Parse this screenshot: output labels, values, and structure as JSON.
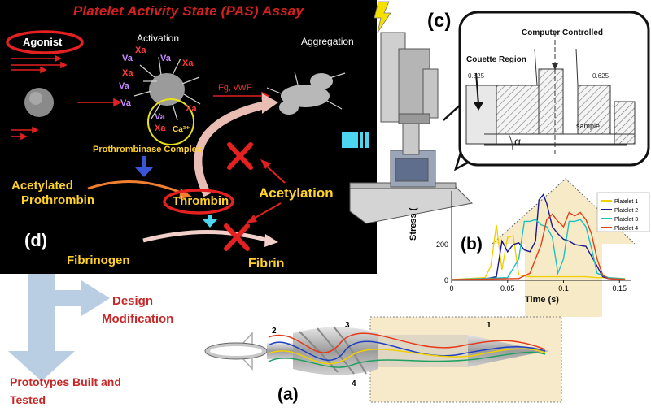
{
  "panel_d": {
    "title": "Platelet Activity State (PAS) Assay",
    "agonist": "Agonist",
    "activation": "Activation",
    "aggregation": "Aggregation",
    "fg_vwf": "Fg, vWF",
    "va_labels": [
      "Va",
      "Va",
      "Va",
      "Va",
      "Va"
    ],
    "xa_labels": [
      "Xa",
      "Xa",
      "Xa",
      "Xa",
      "Xa"
    ],
    "ca_label": "Ca²⁺",
    "prothrombinase": "Prothrombinase Complex",
    "acetylated_line1": "Acetylated",
    "acetylated_line2": "Prothrombin",
    "thrombin": "Thrombin",
    "acetylation": "Acetylation",
    "fibrinogen": "Fibrinogen",
    "fibrin": "Fibrin",
    "panel_label": "(d)"
  },
  "panel_c": {
    "panel_label": "(c)",
    "computer_controlled": "Computer Controlled",
    "couette_region": "Couette Region",
    "dim_left": "0.625",
    "dim_right": "0.625",
    "alpha": "α",
    "sample": "sample"
  },
  "panel_b": {
    "panel_label": "(b)",
    "chart_data": {
      "type": "line",
      "xlabel": "Time (s)",
      "ylabel": "Stress (",
      "xlim": [
        0,
        0.16
      ],
      "ylim": [
        0,
        500
      ],
      "xticks": [
        "0",
        "0.05",
        "0.1",
        "0.15"
      ],
      "yticks": [
        "0",
        "200"
      ],
      "legend_position": "top-right",
      "series": [
        {
          "name": "Platelet 1",
          "color": "#f0d000",
          "points": [
            [
              0,
              5
            ],
            [
              0.03,
              15
            ],
            [
              0.035,
              80
            ],
            [
              0.04,
              310
            ],
            [
              0.045,
              60
            ],
            [
              0.05,
              240
            ],
            [
              0.055,
              250
            ],
            [
              0.06,
              30
            ],
            [
              0.065,
              25
            ],
            [
              0.07,
              20
            ],
            [
              0.08,
              20
            ],
            [
              0.09,
              20
            ],
            [
              0.1,
              20
            ],
            [
              0.11,
              20
            ],
            [
              0.12,
              20
            ],
            [
              0.13,
              15
            ],
            [
              0.14,
              15
            ],
            [
              0.155,
              10
            ]
          ]
        },
        {
          "name": "Platelet 2",
          "color": "#1a1a8c",
          "points": [
            [
              0,
              3
            ],
            [
              0.03,
              8
            ],
            [
              0.04,
              20
            ],
            [
              0.045,
              220
            ],
            [
              0.05,
              160
            ],
            [
              0.055,
              200
            ],
            [
              0.06,
              210
            ],
            [
              0.065,
              170
            ],
            [
              0.07,
              160
            ],
            [
              0.075,
              220
            ],
            [
              0.078,
              450
            ],
            [
              0.082,
              480
            ],
            [
              0.085,
              430
            ],
            [
              0.09,
              300
            ],
            [
              0.095,
              260
            ],
            [
              0.1,
              230
            ],
            [
              0.105,
              220
            ],
            [
              0.11,
              200
            ],
            [
              0.12,
              190
            ],
            [
              0.13,
              80
            ],
            [
              0.135,
              20
            ],
            [
              0.14,
              10
            ],
            [
              0.155,
              5
            ]
          ]
        },
        {
          "name": "Platelet 3",
          "color": "#20c0c0",
          "points": [
            [
              0,
              4
            ],
            [
              0.05,
              15
            ],
            [
              0.06,
              120
            ],
            [
              0.065,
              330
            ],
            [
              0.07,
              330
            ],
            [
              0.075,
              340
            ],
            [
              0.08,
              310
            ],
            [
              0.085,
              300
            ],
            [
              0.09,
              240
            ],
            [
              0.095,
              40
            ],
            [
              0.1,
              120
            ],
            [
              0.105,
              330
            ],
            [
              0.11,
              330
            ],
            [
              0.115,
              340
            ],
            [
              0.12,
              300
            ],
            [
              0.125,
              180
            ],
            [
              0.13,
              40
            ],
            [
              0.14,
              15
            ],
            [
              0.155,
              8
            ]
          ]
        },
        {
          "name": "Platelet 4",
          "color": "#e0401a",
          "points": [
            [
              0,
              4
            ],
            [
              0.06,
              10
            ],
            [
              0.07,
              40
            ],
            [
              0.08,
              200
            ],
            [
              0.085,
              340
            ],
            [
              0.09,
              370
            ],
            [
              0.095,
              330
            ],
            [
              0.1,
              300
            ],
            [
              0.105,
              380
            ],
            [
              0.11,
              360
            ],
            [
              0.115,
              380
            ],
            [
              0.12,
              340
            ],
            [
              0.125,
              260
            ],
            [
              0.13,
              120
            ],
            [
              0.135,
              30
            ],
            [
              0.14,
              10
            ],
            [
              0.155,
              5
            ]
          ]
        }
      ]
    }
  },
  "panel_a": {
    "panel_label": "(a)",
    "markers": [
      "1",
      "2",
      "3",
      "4"
    ]
  },
  "workflow": {
    "design_line1": "Design",
    "design_line2": "Modification",
    "prototypes_line1": "Prototypes Built and",
    "prototypes_line2": "Tested"
  }
}
